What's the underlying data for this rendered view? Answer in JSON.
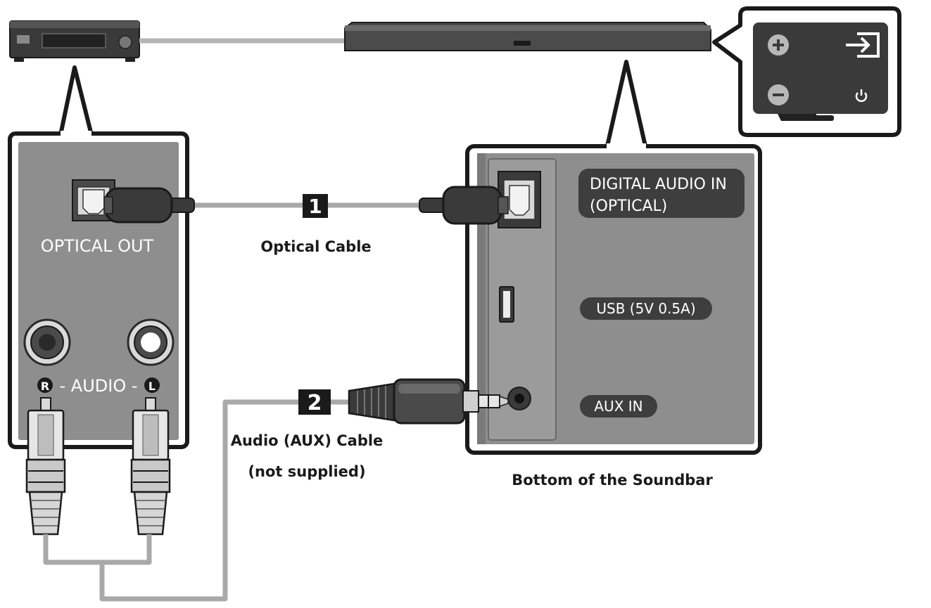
{
  "device_panel": {
    "optical_out_label": "OPTICAL OUT",
    "audio_r_badge": "R",
    "audio_label": "- AUDIO -",
    "audio_l_badge": "L"
  },
  "soundbar_panel": {
    "digital_audio_in_line1": "DIGITAL AUDIO IN",
    "digital_audio_in_line2": "(OPTICAL)",
    "usb_label": "USB (5V 0.5A)",
    "aux_in_label": "AUX IN",
    "caption": "Bottom of the Soundbar"
  },
  "cables": {
    "optical": {
      "step": "1",
      "label": "Optical Cable"
    },
    "aux": {
      "step": "2",
      "label_line1": "Audio (AUX) Cable",
      "label_line2": "(not supplied)"
    }
  },
  "soundbar_buttons": {
    "icons": [
      "plus-icon",
      "minus-icon",
      "input-source-icon",
      "power-icon"
    ]
  },
  "colors": {
    "panel_gray": "#8e8e8e",
    "device_dark": "#3c3c3c",
    "cable_gray": "#a9a9a9",
    "outline": "#1a1a1a",
    "button_panel": "#3a3a3a"
  }
}
